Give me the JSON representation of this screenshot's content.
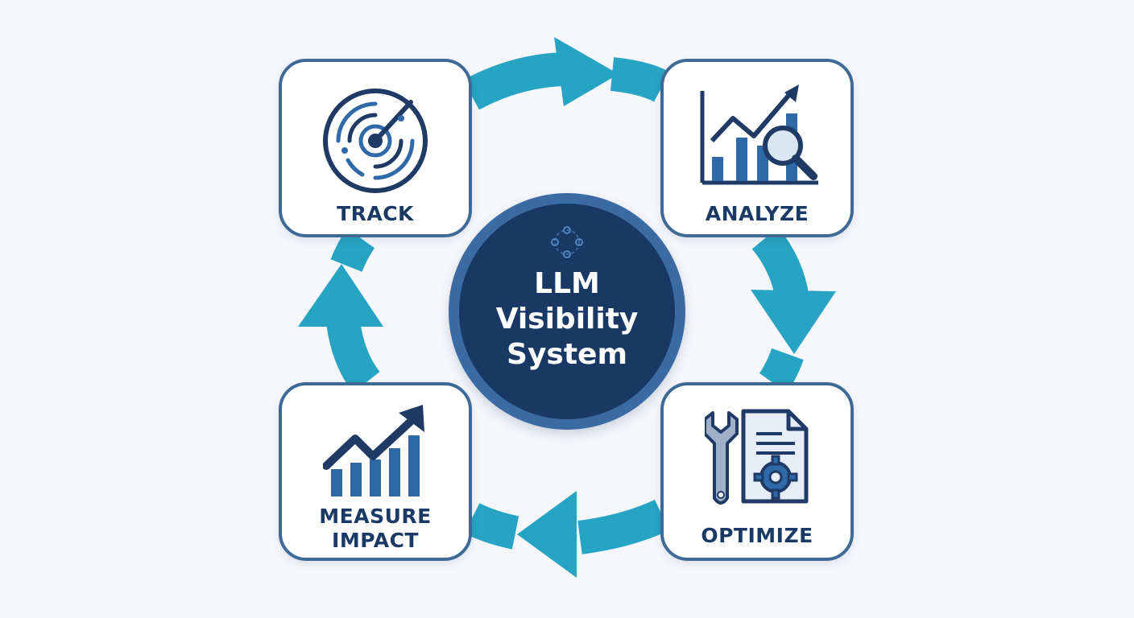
{
  "hub": {
    "title": "LLM\nVisibility\nSystem"
  },
  "stages": {
    "track": "TRACK",
    "analyze": "ANALYZE",
    "optimize": "OPTIMIZE",
    "measure": "MEASURE\nIMPACT"
  },
  "colors": {
    "arrow": "#27a3c3",
    "card_border": "#3d6a96",
    "hub_fill": "#1a3864",
    "hub_ring": "#3a6ba3",
    "label": "#1a3a66",
    "icon_dark": "#1f3a64",
    "icon_mid": "#2f69a8",
    "background": "#f5f7fb"
  },
  "icons": {
    "track": "radar-icon",
    "analyze": "chart-magnifier-icon",
    "optimize": "wrench-document-gear-icon",
    "measure": "growth-chart-arrow-icon",
    "hub": "network-nodes-icon"
  }
}
